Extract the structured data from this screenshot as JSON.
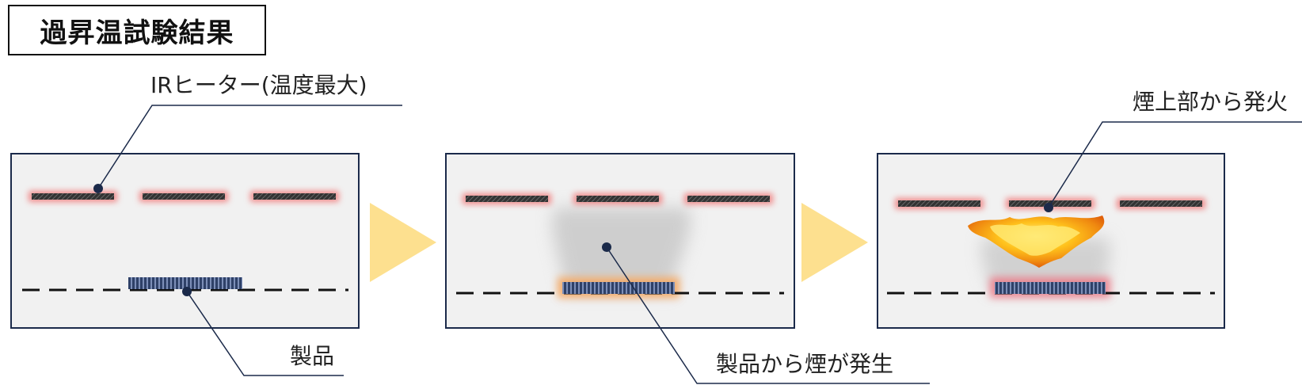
{
  "title": "過昇温試験結果",
  "labels": {
    "heater": "IRヒーター(温度最大)",
    "product": "製品",
    "smoke": "製品から煙が発生",
    "fire": "煙上部から発火"
  },
  "colors": {
    "panel_bg": "#f1f1f1",
    "panel_border": "#1b2a4a",
    "heater_glow": "#f08080",
    "arrow": "#fde08f",
    "product_stripes": "#3a4f7a",
    "leader_line": "#1b2a4a"
  }
}
